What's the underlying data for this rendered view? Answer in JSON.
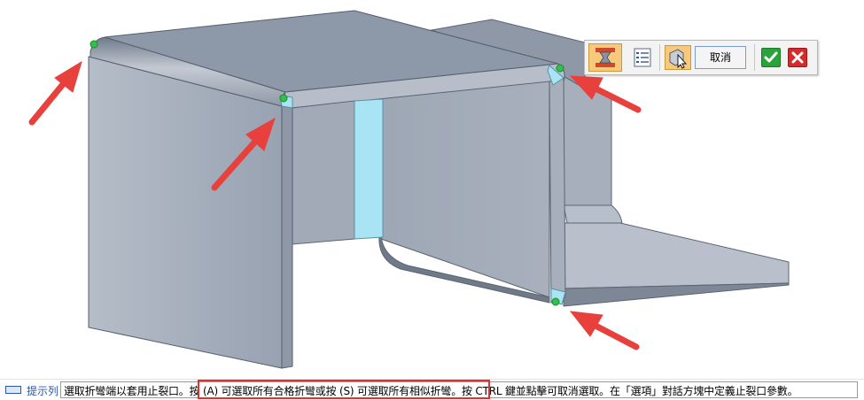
{
  "toolbar": {
    "buttons": [
      {
        "icon": "bend-relief-mode-icon",
        "active": true
      },
      {
        "icon": "list-options-icon",
        "active": false
      },
      {
        "icon": "select-pointer-icon",
        "active": true
      }
    ],
    "cancel_label": "取消",
    "accept_icon": "checkmark-icon",
    "reject_icon": "close-icon"
  },
  "statusbar": {
    "label": "提示列",
    "text": "選取折彎端以套用止裂口。按 (A) 可選取所有合格折彎或按 (S) 可選取所有相似折彎。按 CTRL 鍵並點擊可取消選取。在「選項」對話方塊中定義止裂口參數。"
  },
  "colors": {
    "model_face_top": "#8d98a8",
    "model_face_side": "#a3acba",
    "selected_bend": "#a9e4f5",
    "arrow": "#e8403c",
    "highlight_box": "#e03030",
    "vertex_dot": "#2fc24a"
  }
}
